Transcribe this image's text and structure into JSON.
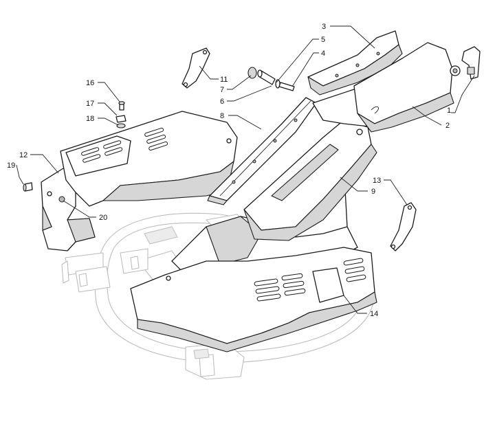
{
  "callouts": [
    {
      "id": "c1",
      "label": "1"
    },
    {
      "id": "c2",
      "label": "2"
    },
    {
      "id": "c3",
      "label": "3"
    },
    {
      "id": "c4",
      "label": "4"
    },
    {
      "id": "c5",
      "label": "5"
    },
    {
      "id": "c6",
      "label": "6"
    },
    {
      "id": "c7",
      "label": "7"
    },
    {
      "id": "c8",
      "label": "8"
    },
    {
      "id": "c9",
      "label": "9"
    },
    {
      "id": "c11",
      "label": "11"
    },
    {
      "id": "c12",
      "label": "12"
    },
    {
      "id": "c13",
      "label": "13"
    },
    {
      "id": "c14",
      "label": "14"
    },
    {
      "id": "c16",
      "label": "16"
    },
    {
      "id": "c17",
      "label": "17"
    },
    {
      "id": "c18",
      "label": "18"
    },
    {
      "id": "c19",
      "label": "19"
    },
    {
      "id": "c20",
      "label": "20"
    }
  ]
}
